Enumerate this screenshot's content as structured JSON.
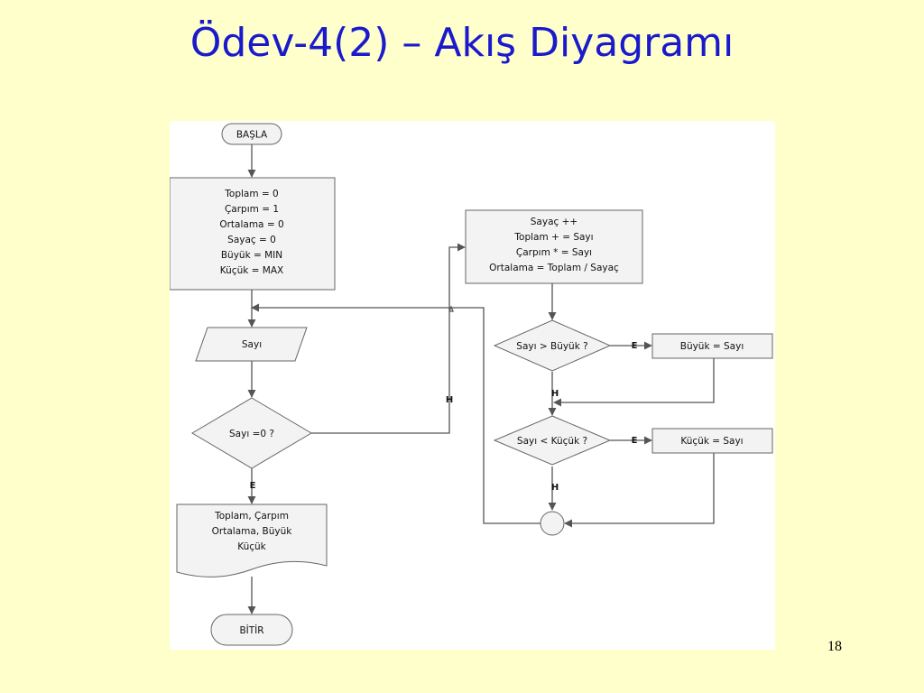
{
  "title": "Ödev-4(2) – Akış Diyagramı",
  "page_number": "18",
  "nodes": {
    "start": "BAŞLA",
    "init": [
      "Toplam = 0",
      "Çarpım = 1",
      "Ortalama = 0",
      "Sayaç = 0",
      "Büyük = MIN",
      "Küçük = MAX"
    ],
    "input": "Sayı",
    "decision_zero": "Sayı =0 ?",
    "output": [
      "Toplam, Çarpım",
      "Ortalama, Büyük",
      "Küçük"
    ],
    "end": "BİTİR",
    "process": [
      "Sayaç ++",
      "Toplam + = Sayı",
      "Çarpım * = Sayı",
      "Ortalama = Toplam / Sayaç"
    ],
    "decision_max": "Sayı > Büyük ?",
    "assign_max": "Büyük = Sayı",
    "decision_min": "Sayı < Küçük ?",
    "assign_min": "Küçük = Sayı"
  },
  "edge_labels": {
    "zero_no": "H",
    "zero_yes": "E",
    "max_yes": "E",
    "max_no": "H",
    "min_yes": "E",
    "min_no": "H"
  }
}
